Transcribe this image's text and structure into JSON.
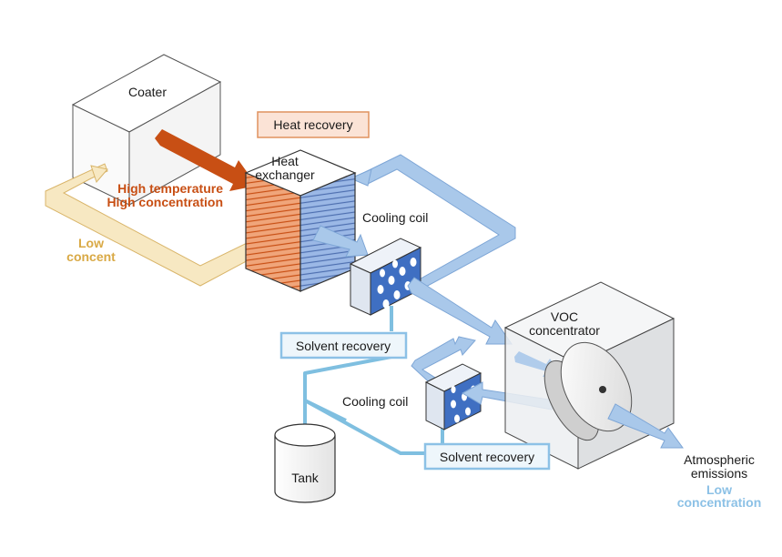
{
  "labels": {
    "coater": "Coater",
    "heat_recovery": "Heat recovery",
    "heat_exchanger_1": "Heat",
    "heat_exchanger_2": "exchanger",
    "high_temp": "High temperature",
    "high_conc": "High concentration",
    "low_concent_1": "Low",
    "low_concent_2": "concent",
    "cooling_coil_top": "Cooling coil",
    "voc_1": "VOC",
    "voc_2": "concentrator",
    "solvent_recovery_top": "Solvent recovery",
    "cooling_coil_bottom": "Cooling coil",
    "solvent_recovery_bottom": "Solvent recovery",
    "tank": "Tank",
    "atmospheric_1": "Atmospheric",
    "atmospheric_2": "emissions",
    "low_conc_1": "Low",
    "low_conc_2": "concentration"
  },
  "colors": {
    "orange": "#c84f14",
    "orange_light": "#f0a57a",
    "tan": "#f7e8c2",
    "tan_stroke": "#d9b56a",
    "blue_pipe": "#a9c8ea",
    "blue_pipe_stroke": "#7ea6d6",
    "blue_line": "#7fbfe0",
    "box_fill": "#f3f4f6",
    "heat_box_fill": "#fbe3d6",
    "heat_box_stroke": "#e0925e",
    "solvent_box_fill": "#eef6fb",
    "solvent_box_stroke": "#8cc1e6"
  }
}
